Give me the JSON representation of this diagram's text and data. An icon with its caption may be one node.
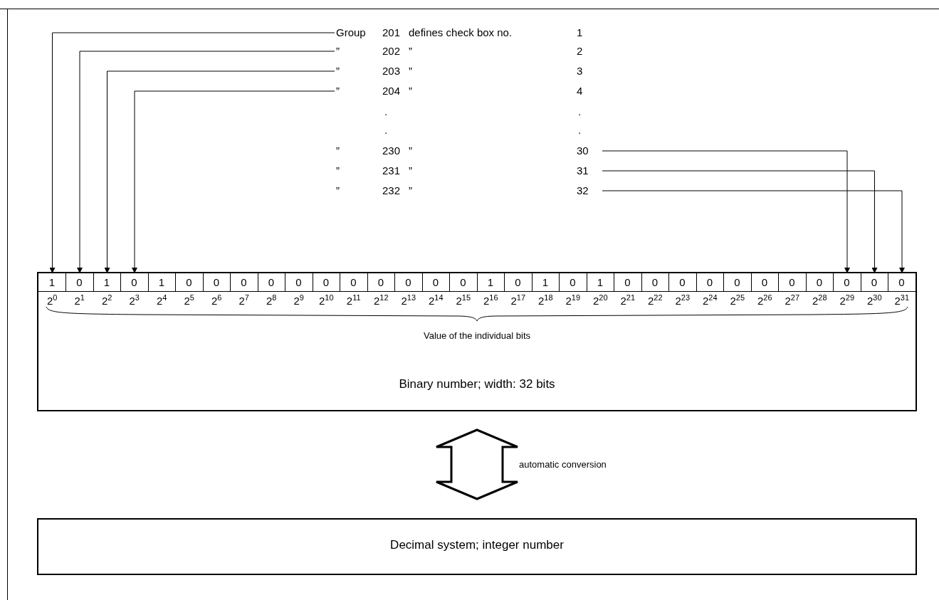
{
  "diagram": {
    "nodes": [
      {
        "text": [
          "Group",
          "201",
          "defines check box no.",
          "1"
        ]
      },
      {
        "text": [
          "”",
          "202",
          "”",
          "2"
        ]
      },
      {
        "text": [
          "”",
          "203",
          "”",
          "3"
        ]
      },
      {
        "text": [
          "”",
          "204",
          "”",
          "4"
        ]
      },
      {
        "text": [
          "”",
          "230",
          "”",
          "30"
        ]
      },
      {
        "text": [
          "”",
          "231",
          "”",
          "31"
        ]
      },
      {
        "text": [
          "”",
          "232",
          "”",
          "32"
        ]
      },
      {
        "text": [
          "Value of the individual bits",
          "Binary number; width: 32 bits"
        ]
      },
      {
        "text": [
          "1"
        ],
        "in": 7
      },
      {
        "text": [
          "0"
        ],
        "in": 7
      },
      {
        "text": [
          "1"
        ],
        "in": 7
      },
      {
        "text": [
          "0"
        ],
        "in": 7
      },
      {
        "text": [
          "1"
        ],
        "in": 7
      },
      {
        "text": [
          "0"
        ],
        "in": 7
      },
      {
        "text": [
          "0"
        ],
        "in": 7
      },
      {
        "text": [
          "0"
        ],
        "in": 7
      },
      {
        "text": [
          "0"
        ],
        "in": 7
      },
      {
        "text": [
          "0"
        ],
        "in": 7
      },
      {
        "text": [
          "0"
        ],
        "in": 7
      },
      {
        "text": [
          "0"
        ],
        "in": 7
      },
      {
        "text": [
          "0"
        ],
        "in": 7
      },
      {
        "text": [
          "0"
        ],
        "in": 7
      },
      {
        "text": [
          "0"
        ],
        "in": 7
      },
      {
        "text": [
          "0"
        ],
        "in": 7
      },
      {
        "text": [
          "1"
        ],
        "in": 7
      },
      {
        "text": [
          "0"
        ],
        "in": 7
      },
      {
        "text": [
          "1"
        ],
        "in": 7
      },
      {
        "text": [
          "0"
        ],
        "in": 7
      },
      {
        "text": [
          "1"
        ],
        "in": 7
      },
      {
        "text": [
          "0"
        ],
        "in": 7
      },
      {
        "text": [
          "0"
        ],
        "in": 7
      },
      {
        "text": [
          "0"
        ],
        "in": 7
      },
      {
        "text": [
          "0"
        ],
        "in": 7
      },
      {
        "text": [
          "0"
        ],
        "in": 7
      },
      {
        "text": [
          "0"
        ],
        "in": 7
      },
      {
        "text": [
          "0"
        ],
        "in": 7
      },
      {
        "text": [
          "0"
        ],
        "in": 7
      },
      {
        "text": [
          "0"
        ],
        "in": 7
      },
      {
        "text": [
          "0"
        ],
        "in": 7
      },
      {
        "text": [
          "0"
        ],
        "in": 7
      },
      {
        "text": [
          "Decimal system; integer number"
        ]
      }
    ],
    "edges": [
      {
        "from": 0,
        "to": 8,
        "arrow": "to"
      },
      {
        "from": 1,
        "to": 9,
        "arrow": "to"
      },
      {
        "from": 2,
        "to": 10,
        "arrow": "to"
      },
      {
        "from": 3,
        "to": 11,
        "arrow": "to"
      },
      {
        "from": 4,
        "to": 37,
        "arrow": "to"
      },
      {
        "from": 5,
        "to": 38,
        "arrow": "to"
      },
      {
        "from": 6,
        "to": 39,
        "arrow": "to"
      },
      {
        "from": 7,
        "to": 40,
        "arrow": "both",
        "style": "thick",
        "label": "automatic conversion"
      }
    ],
    "labels": [
      ".",
      ".",
      ".",
      ".",
      "2$^{0}$",
      "2$^{1}$",
      "2$^{2}$",
      "2$^{3}$",
      "2$^{4}$",
      "2$^{5}$",
      "2$^{6}$",
      "2$^{7}$",
      "2$^{8}$",
      "2$^{9}$",
      "2$^{10}$",
      "2$^{11}$",
      "2$^{12}$",
      "2$^{13}$",
      "2$^{14}$",
      "2$^{15}$",
      "2$^{16}$",
      "2$^{17}$",
      "2$^{18}$",
      "2$^{19}$",
      "2$^{20}$",
      "2$^{21}$",
      "2$^{22}$",
      "2$^{23}$",
      "2$^{24}$",
      "2$^{25}$",
      "2$^{26}$",
      "2$^{27}$",
      "2$^{28}$",
      "2$^{29}$",
      "2$^{30}$",
      "2$^{31}$"
    ]
  }
}
